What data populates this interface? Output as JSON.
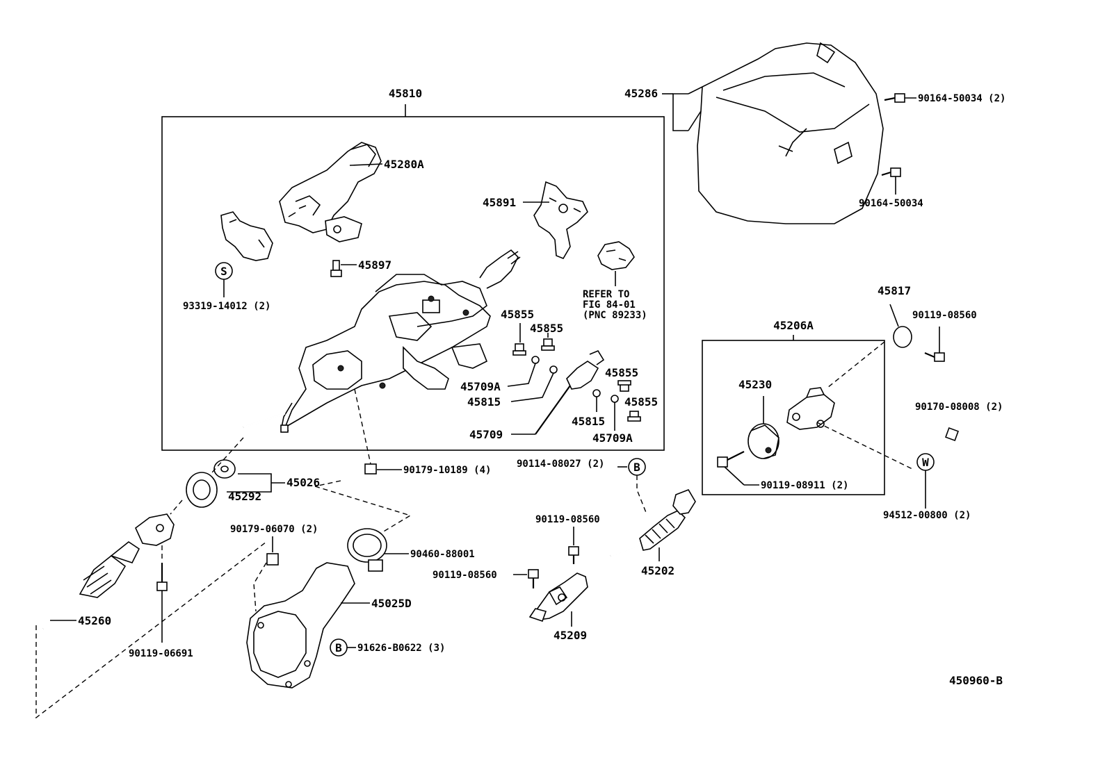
{
  "diagram_id": "450960-B",
  "letter_marks": {
    "s": "S",
    "b": "B",
    "w": "W"
  },
  "labels": {
    "p45810": "45810",
    "p45280A": "45280A",
    "p45891": "45891",
    "p45897": "45897",
    "p93319": "93319-14012 (2)",
    "refer1": "REFER TO",
    "refer2": "FIG 84-01",
    "refer3": "(PNC 89233)",
    "p45855a": "45855",
    "p45855b": "45855",
    "p45855c": "45855",
    "p45855d": "45855",
    "p45709Aa": "45709A",
    "p45709Ab": "45709A",
    "p45815a": "45815",
    "p45815b": "45815",
    "p45709": "45709",
    "p45286": "45286",
    "p90164a": "90164-50034 (2)",
    "p90164b": "90164-50034",
    "p45817": "45817",
    "p90119_08560a": "90119-08560",
    "p45206A": "45206A",
    "p45230": "45230",
    "p90170": "90170-08008 (2)",
    "p90119_08911": "90119-08911 (2)",
    "p94512": "94512-00800 (2)",
    "p90179_10189": "90179-10189 (4)",
    "p90114": "90114-08027 (2)",
    "p45026": "45026",
    "p45292": "45292",
    "p90179_06070": "90179-06070 (2)",
    "p90460": "90460-88001",
    "p45025D": "45025D",
    "p91626": "91626-B0622 (3)",
    "p45260": "45260",
    "p90119_06691": "90119-06691",
    "p90119_08560b": "90119-08560",
    "p90119_08560c": "90119-08560",
    "p45209": "45209",
    "p45202": "45202"
  }
}
